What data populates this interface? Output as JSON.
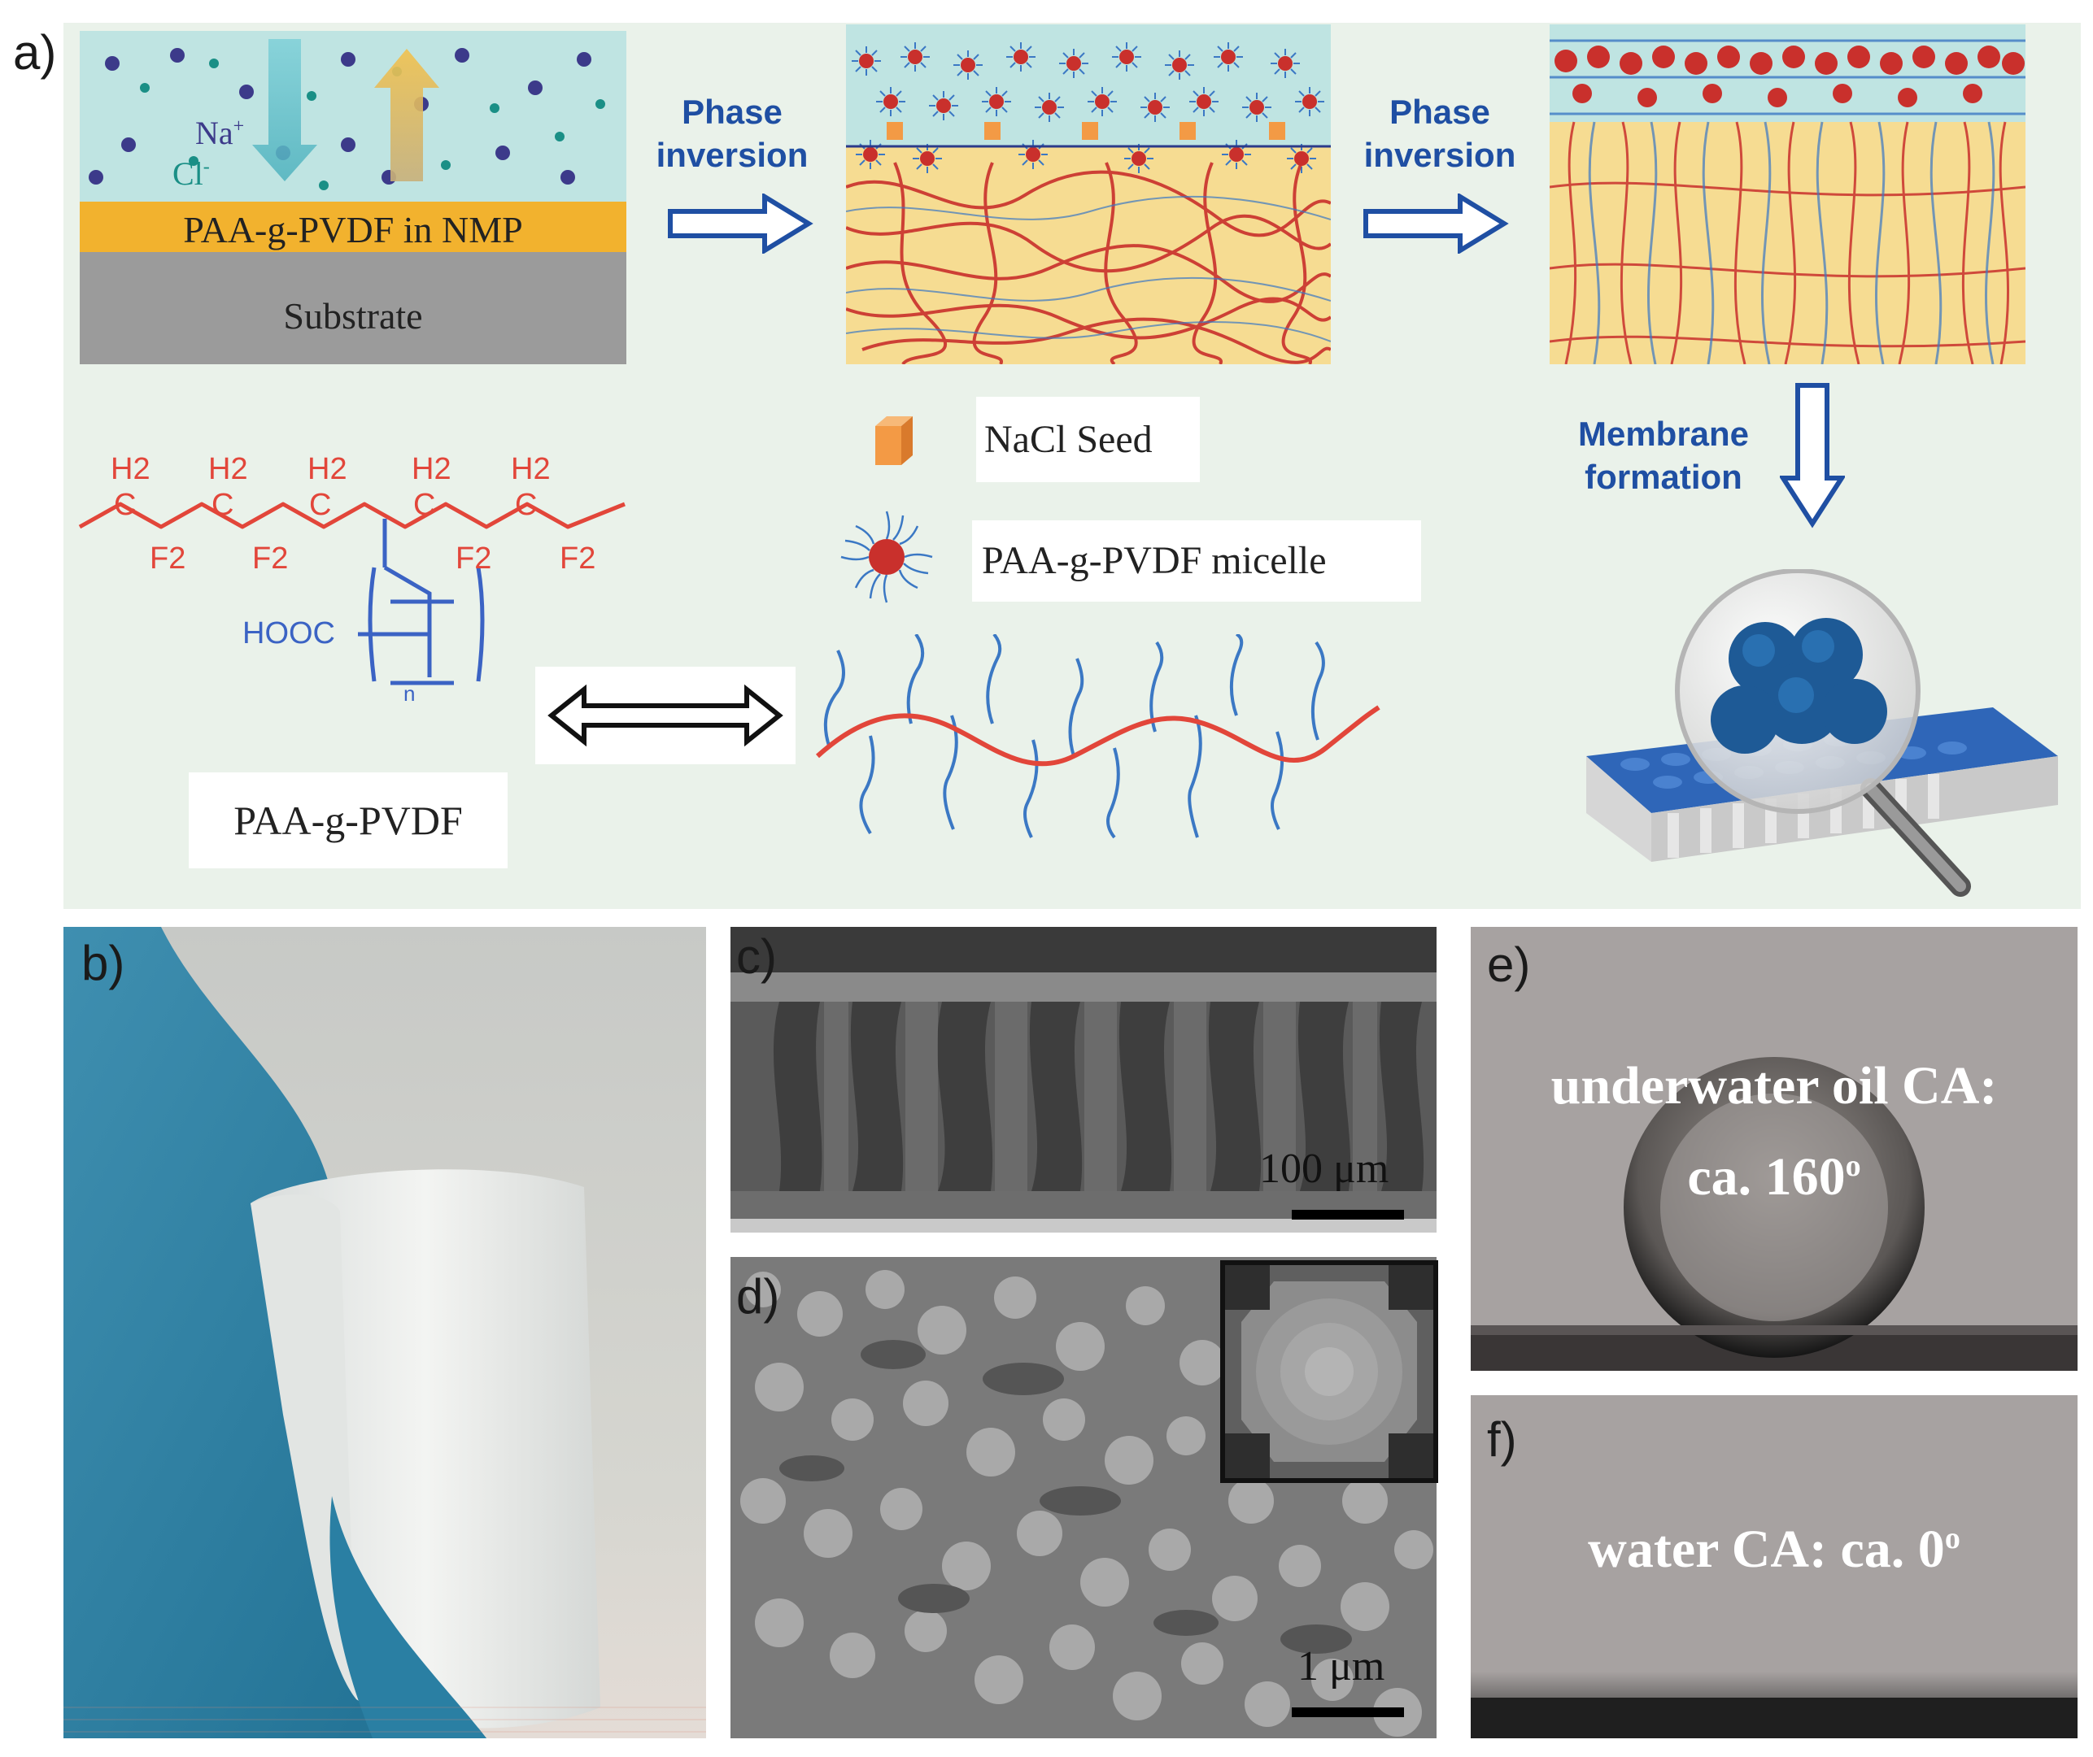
{
  "panel_a": {
    "label": "a)",
    "step1": {
      "na": "Na",
      "na_sup": "+",
      "cl": "Cl",
      "cl_sup": "-",
      "layer": "PAA-g-PVDF in NMP",
      "substrate": "Substrate"
    },
    "arrow1": {
      "line1": "Phase",
      "line2": "inversion"
    },
    "arrow2": {
      "line1": "Phase",
      "line2": "inversion"
    },
    "arrow3": {
      "line1": "Membrane",
      "line2": "formation"
    },
    "legend": {
      "seed": "NaCl Seed",
      "micelle": "PAA-g-PVDF micelle"
    },
    "structure": {
      "h2": "H2",
      "c": "C",
      "f2": "F2",
      "hooc": "HOOC",
      "n": "n",
      "caption": "PAA-g-PVDF"
    }
  },
  "panel_b": {
    "label": "b)"
  },
  "panel_c": {
    "label": "c)",
    "scale": "100 μm"
  },
  "panel_d": {
    "label": "d)",
    "scale": "1 μm"
  },
  "panel_e": {
    "label": "e)",
    "line1": "underwater oil CA:",
    "line2": "ca. 160",
    "deg": "o"
  },
  "panel_f": {
    "label": "f)",
    "text": "water CA: ca. 0",
    "deg": "o"
  },
  "colors": {
    "panel_bg": "#eaf2ea",
    "arrow_blue": "#1f4fa3",
    "polymer_red": "#e2463a",
    "graft_blue": "#3b78c4",
    "seed_orange": "#f39a45"
  }
}
